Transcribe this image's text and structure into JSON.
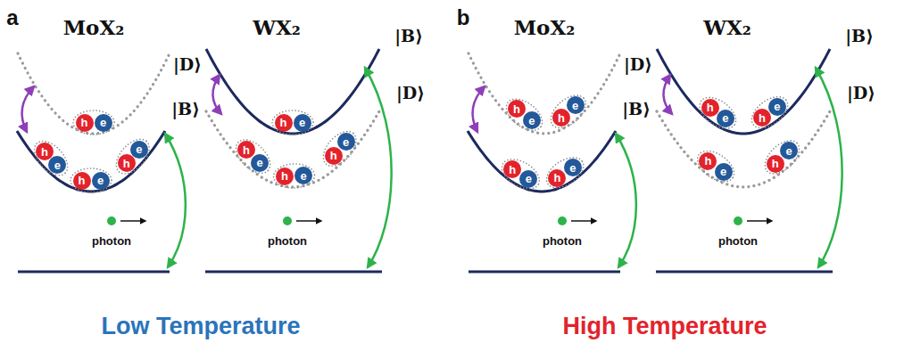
{
  "diagram": {
    "nodes": [
      {
        "text": [
          "h"
        ]
      },
      {
        "text": [
          "e"
        ]
      },
      {
        "text": [
          "h"
        ]
      },
      {
        "text": [
          "e"
        ]
      },
      {
        "text": [
          "h"
        ]
      },
      {
        "text": [
          "e"
        ]
      },
      {
        "text": [
          "h"
        ]
      },
      {
        "text": [
          "e"
        ]
      },
      {
        "text": [
          "h"
        ]
      },
      {
        "text": [
          "e"
        ]
      },
      {
        "text": [
          "h"
        ]
      },
      {
        "text": [
          "e"
        ]
      },
      {
        "text": [
          "h"
        ]
      },
      {
        "text": [
          "e"
        ]
      },
      {
        "text": [
          "h"
        ]
      },
      {
        "text": [
          "e"
        ]
      },
      {
        "text": [
          "h"
        ]
      },
      {
        "text": [
          "e"
        ]
      },
      {
        "text": [
          "h"
        ]
      },
      {
        "text": [
          "e"
        ]
      },
      {
        "text": [
          "h"
        ]
      },
      {
        "text": [
          "e"
        ]
      },
      {
        "text": [
          "h"
        ]
      },
      {
        "text": [
          "e"
        ]
      },
      {
        "text": [
          "h"
        ]
      },
      {
        "text": [
          "e"
        ]
      },
      {
        "text": [
          "h"
        ]
      },
      {
        "text": [
          "e"
        ]
      },
      {
        "text": [
          "h"
        ]
      },
      {
        "text": [
          "e"
        ]
      },
      {
        "text": [
          "h"
        ]
      },
      {
        "text": [
          "e"
        ]
      }
    ],
    "labels": [
      "a",
      "MoX₂",
      "|D⟩",
      "|B⟩",
      "photon",
      "WX₂",
      "|B⟩",
      "|D⟩",
      "photon",
      "Low Temperature",
      "b",
      "MoX₂",
      "|D⟩",
      "|B⟩",
      "photon",
      "WX₂",
      "|B⟩",
      "|D⟩",
      "photon",
      "High Temperature"
    ]
  }
}
